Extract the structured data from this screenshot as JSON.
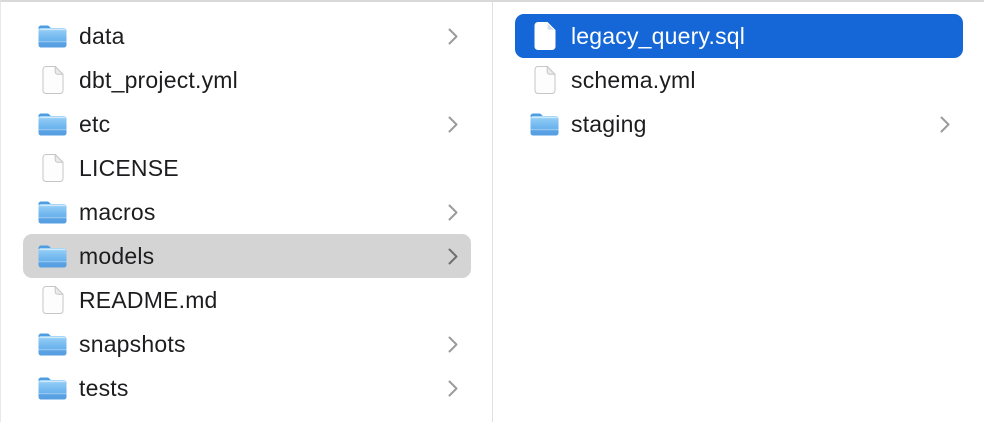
{
  "window": {
    "title": "finder-column-view"
  },
  "colors": {
    "selection_active_blue": "#1566d6",
    "selection_inactive_gray": "#d4d4d4",
    "selected_text": "#ffffff",
    "text": "#1d1d1f",
    "chevron_gray": "#9b9b9b",
    "divider": "#e2e2e2",
    "folder_blue_top": "#9bd2f6",
    "folder_blue_bottom": "#5ea9ea"
  },
  "icons": {
    "folder": "folder-icon",
    "document": "document-icon",
    "chevron": "chevron-right-icon"
  },
  "columns": [
    {
      "name": "column-1",
      "items": [
        {
          "label": "data",
          "type": "folder",
          "chevron": true,
          "selected": "none"
        },
        {
          "label": "dbt_project.yml",
          "type": "file",
          "chevron": false,
          "selected": "none"
        },
        {
          "label": "etc",
          "type": "folder",
          "chevron": true,
          "selected": "none"
        },
        {
          "label": "LICENSE",
          "type": "file",
          "chevron": false,
          "selected": "none"
        },
        {
          "label": "macros",
          "type": "folder",
          "chevron": true,
          "selected": "none"
        },
        {
          "label": "models",
          "type": "folder",
          "chevron": true,
          "selected": "inactive"
        },
        {
          "label": "README.md",
          "type": "file",
          "chevron": false,
          "selected": "none"
        },
        {
          "label": "snapshots",
          "type": "folder",
          "chevron": true,
          "selected": "none"
        },
        {
          "label": "tests",
          "type": "folder",
          "chevron": true,
          "selected": "none"
        }
      ]
    },
    {
      "name": "column-2",
      "items": [
        {
          "label": "legacy_query.sql",
          "type": "file",
          "chevron": false,
          "selected": "active"
        },
        {
          "label": "schema.yml",
          "type": "file",
          "chevron": false,
          "selected": "none"
        },
        {
          "label": "staging",
          "type": "folder",
          "chevron": true,
          "selected": "none"
        }
      ]
    }
  ]
}
